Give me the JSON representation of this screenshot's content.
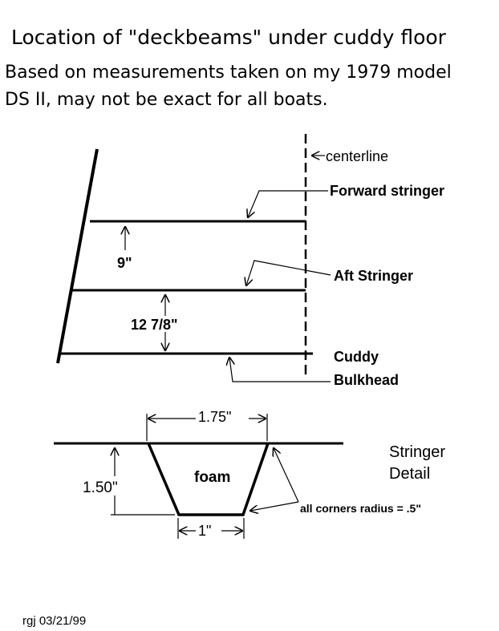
{
  "title": "Location of \"deckbeams\" under cuddy floor",
  "subtitle_line1": "Based on measurements taken on my 1979 model",
  "subtitle_line2": "DS II, may not be exact for all boats.",
  "plan": {
    "centerline_label": "centerline",
    "forward_stringer_label": "Forward stringer",
    "aft_stringer_label": "Aft Stringer",
    "cuddy_label": "Cuddy",
    "bulkhead_label": "Bulkhead",
    "dim_forward_to_aft": "9\"",
    "dim_aft_to_bulkhead": "12 7/8\""
  },
  "detail": {
    "title_line1": "Stringer",
    "title_line2": "Detail",
    "top_width": "1.75\"",
    "bottom_width": "1\"",
    "height": "1.50\"",
    "fill_label": "foam",
    "corner_note": "all corners radius = .5\""
  },
  "signature": "rgj 03/21/99"
}
